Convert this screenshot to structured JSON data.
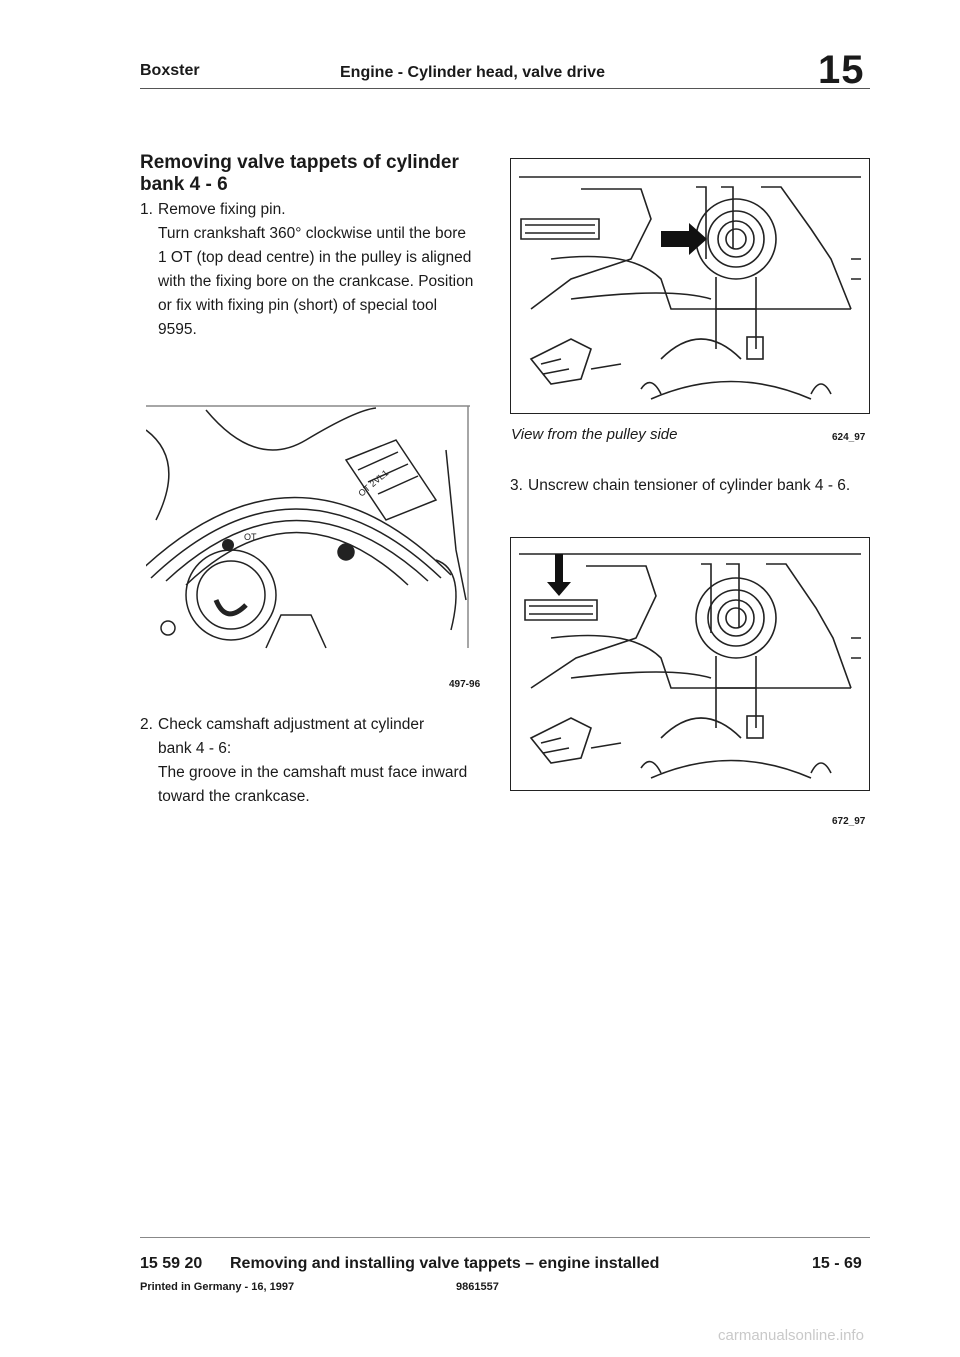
{
  "header": {
    "model": "Boxster",
    "title": "Engine - Cylinder head, valve drive",
    "group_number": "15"
  },
  "section": {
    "title_line1": "Removing valve tappets of cylinder",
    "title_line2": "bank 4 - 6"
  },
  "steps": [
    {
      "number": "1.",
      "lines": [
        "Remove fixing pin.",
        "Turn crankshaft 360° clockwise until the bore",
        "1 OT (top dead centre) in the pulley is aligned",
        "with the fixing bore on the crankcase. Position",
        "or fix with fixing pin (short) of special tool",
        "9595."
      ]
    },
    {
      "number": "2.",
      "lines": [
        "Check camshaft adjustment at cylinder",
        "bank 4 - 6:",
        "The groove in the camshaft must face inward",
        "toward the crankcase."
      ]
    },
    {
      "number": "3.",
      "lines": [
        "Unscrew chain tensioner of cylinder bank 4 - 6."
      ]
    }
  ],
  "figures": {
    "fig1": {
      "caption": "View from the pulley side",
      "ref": "624_97"
    },
    "fig2": {
      "ref": "497-96",
      "mark_ot": "OT",
      "mark_scale": "OT 2VL1"
    },
    "fig3": {
      "ref": "672_97"
    }
  },
  "footer": {
    "code": "15 59 20",
    "title": "Removing and installing valve tappets – engine installed",
    "page": "15 - 69",
    "printed": "Printed in Germany - 16, 1997",
    "part_number": "9861557"
  },
  "watermark": "carmanualsonline.info",
  "colors": {
    "ink": "#1a1a1a",
    "watermark": "#c9c9c9"
  }
}
